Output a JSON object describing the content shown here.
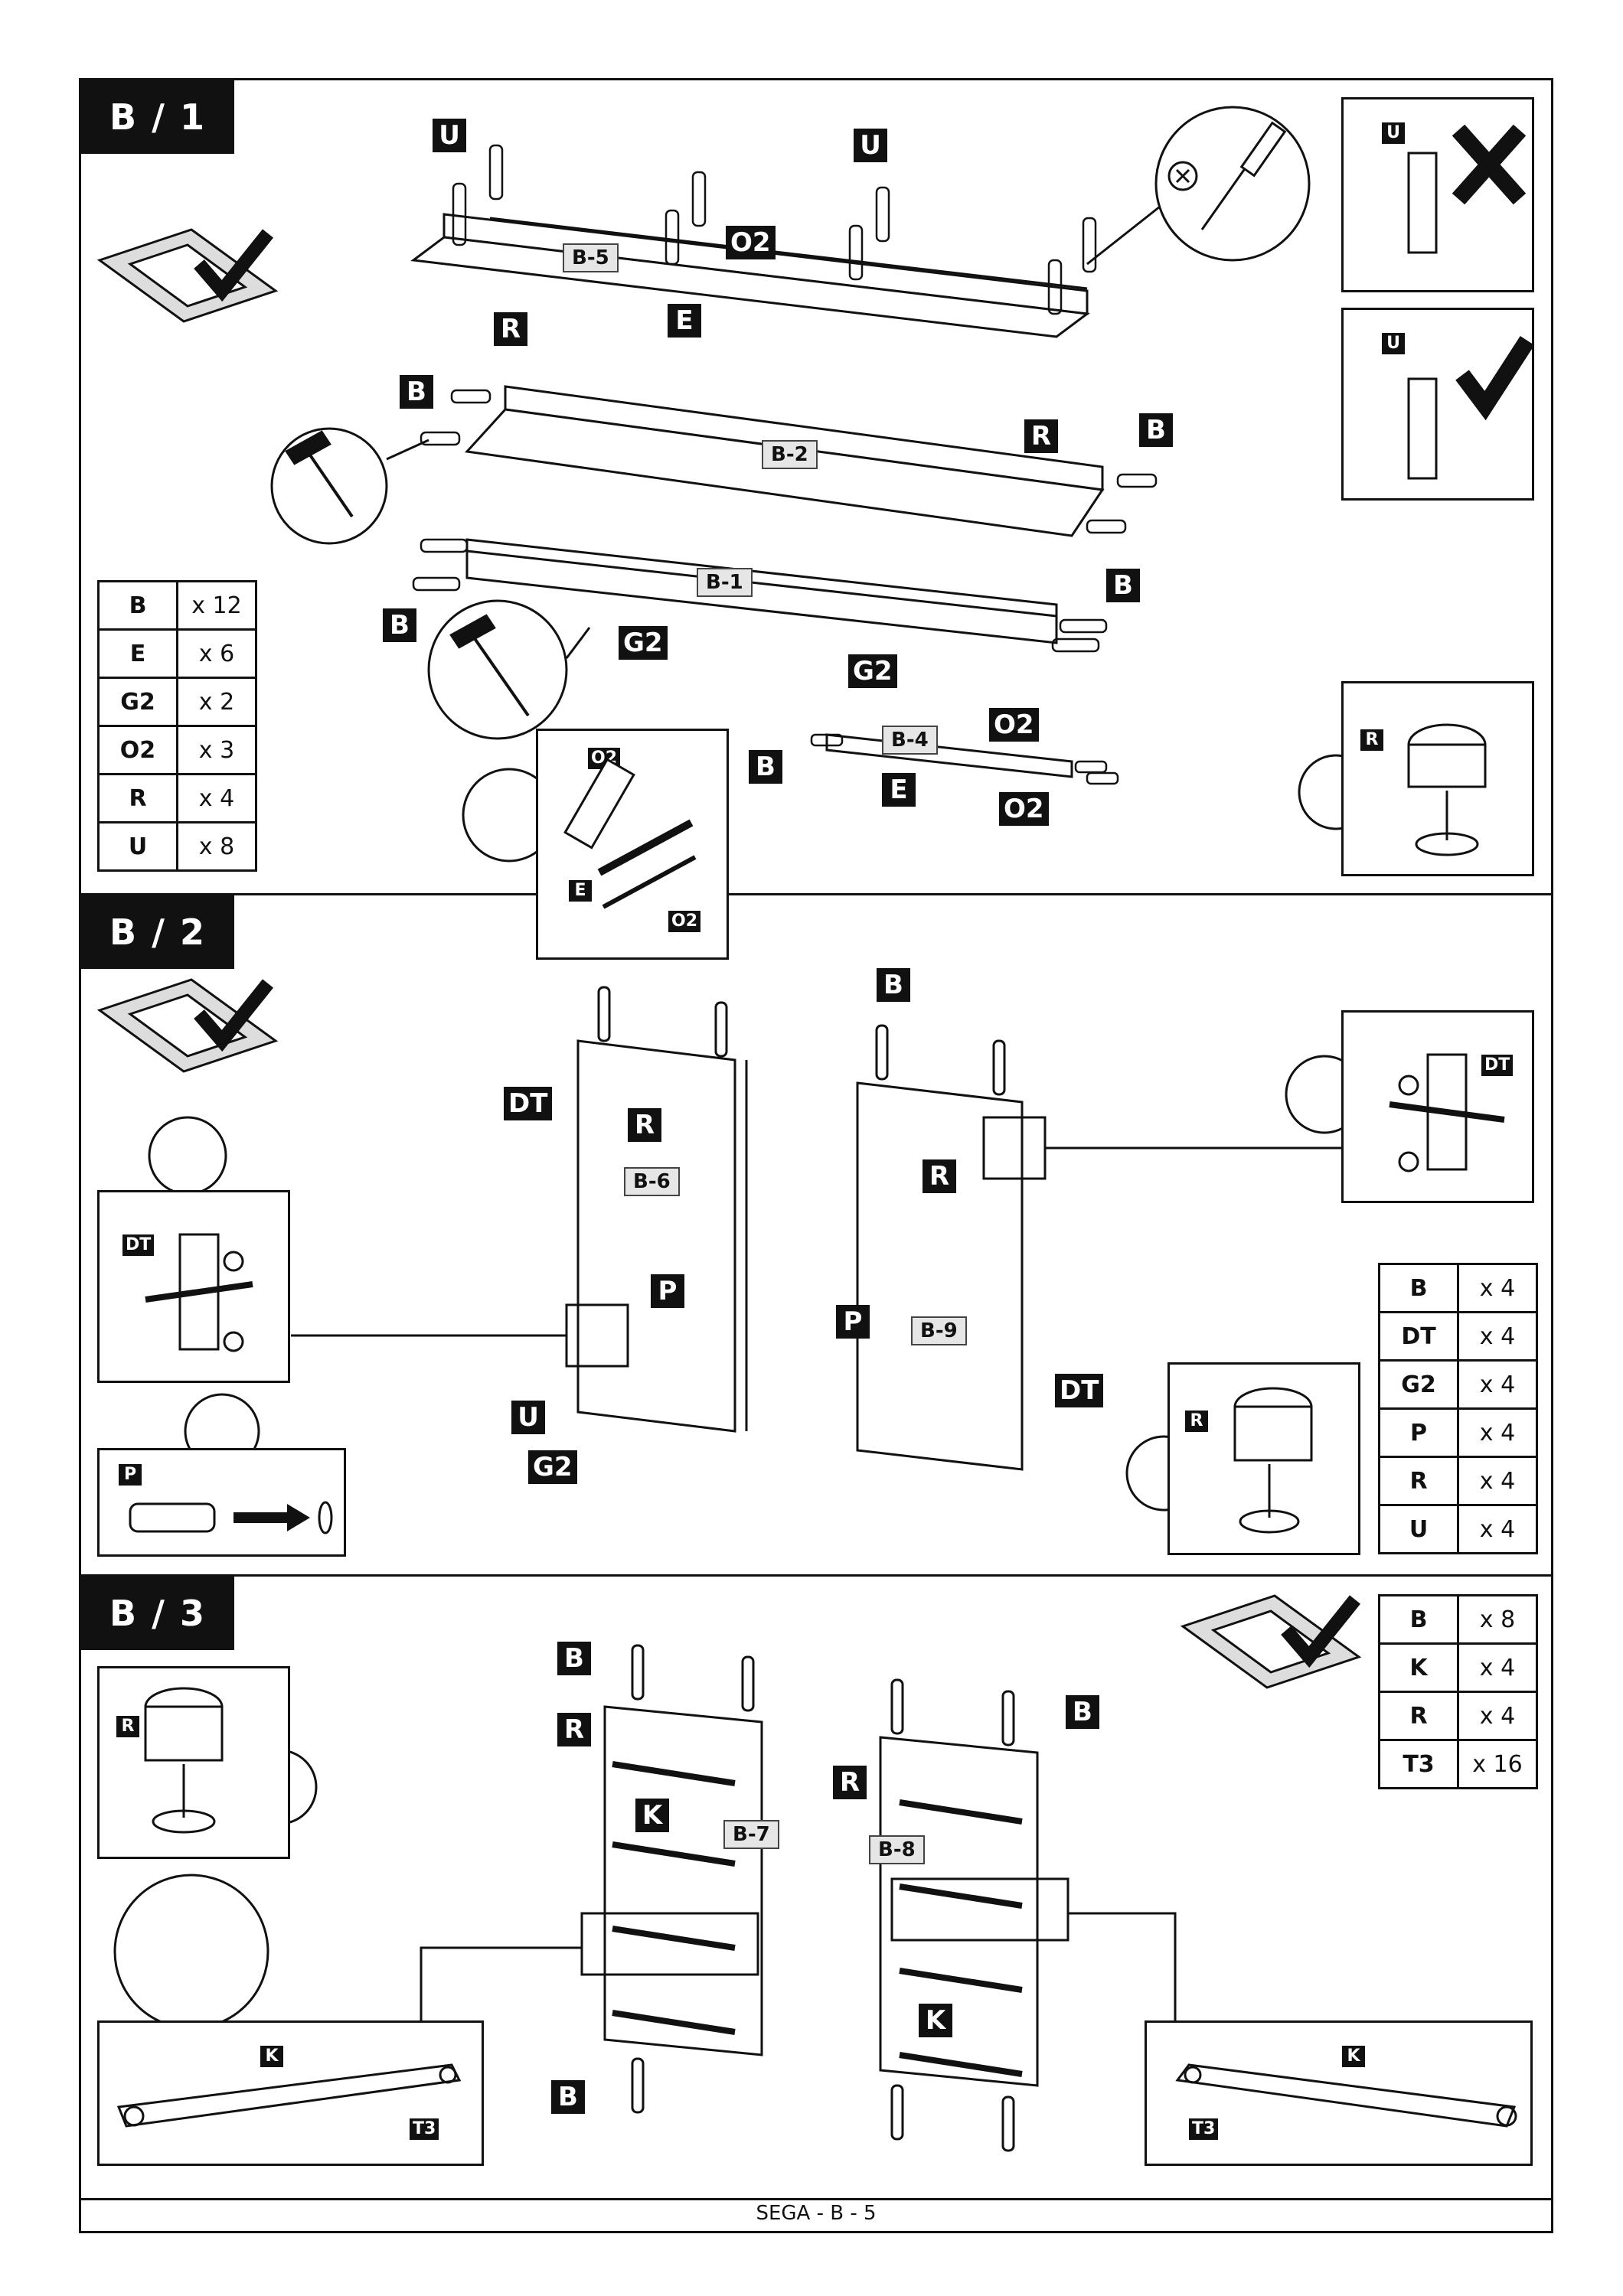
{
  "footer": "SEGA - B - 5",
  "sections": [
    {
      "title": "B / 1",
      "panels": [
        "B-5",
        "B-2",
        "B-1",
        "B-4"
      ],
      "tags": [
        "U",
        "U",
        "O2",
        "E",
        "R",
        "B",
        "R",
        "B",
        "B",
        "B",
        "G2",
        "G2",
        "B",
        "O2",
        "E",
        "O2"
      ],
      "detail_tags": [
        "U",
        "U",
        "R",
        "O2",
        "E",
        "O2"
      ],
      "parts": [
        {
          "code": "B",
          "qty": "x 12"
        },
        {
          "code": "E",
          "qty": "x 6"
        },
        {
          "code": "G2",
          "qty": "x 2"
        },
        {
          "code": "O2",
          "qty": "x 3"
        },
        {
          "code": "R",
          "qty": "x 4"
        },
        {
          "code": "U",
          "qty": "x 8"
        }
      ]
    },
    {
      "title": "B / 2",
      "panels": [
        "B-6",
        "B-9"
      ],
      "tags": [
        "DT",
        "R",
        "P",
        "U",
        "G2",
        "B",
        "R",
        "P",
        "DT"
      ],
      "detail_tags": [
        "DT",
        "P",
        "DT",
        "R"
      ],
      "parts": [
        {
          "code": "B",
          "qty": "x 4"
        },
        {
          "code": "DT",
          "qty": "x 4"
        },
        {
          "code": "G2",
          "qty": "x 4"
        },
        {
          "code": "P",
          "qty": "x 4"
        },
        {
          "code": "R",
          "qty": "x 4"
        },
        {
          "code": "U",
          "qty": "x 4"
        }
      ]
    },
    {
      "title": "B / 3",
      "panels": [
        "B-7",
        "B-8"
      ],
      "tags": [
        "B",
        "R",
        "K",
        "B",
        "B",
        "R",
        "K"
      ],
      "detail_tags": [
        "R",
        "K",
        "T3",
        "K",
        "T3"
      ],
      "parts": [
        {
          "code": "B",
          "qty": "x 8"
        },
        {
          "code": "K",
          "qty": "x 4"
        },
        {
          "code": "R",
          "qty": "x 4"
        },
        {
          "code": "T3",
          "qty": "x 16"
        }
      ]
    }
  ]
}
